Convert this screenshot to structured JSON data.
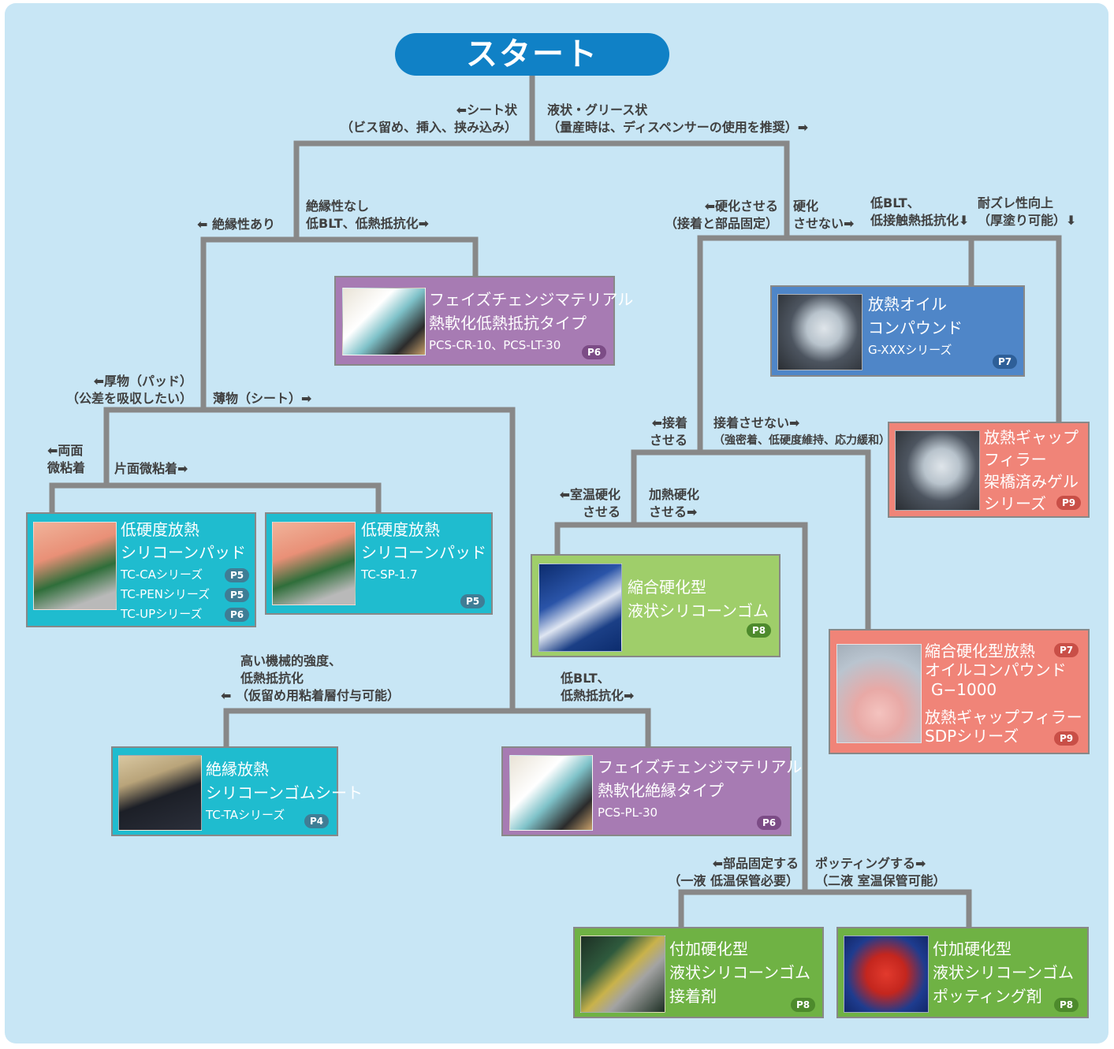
{
  "start": {
    "label": "スタート"
  },
  "edges": {
    "sheet": [
      "⬅シート状",
      "（ビス留め、挿入、挟み込み）"
    ],
    "liquid": [
      "液状・グリース状",
      "（量産時は、ディスペンサーの使用を推奨）➡"
    ],
    "insul_yes": [
      "⬅ 絶縁性あり"
    ],
    "insul_no": [
      "絶縁性なし",
      "低BLT、低熱抵抗化➡"
    ],
    "cure": [
      "⬅硬化させる",
      "（接着と部品固定）"
    ],
    "nocure": [
      "硬化",
      "させない➡"
    ],
    "lowblt": [
      "低BLT、",
      "低接触熱抵抗化⬇"
    ],
    "slip": [
      "耐ズレ性向上",
      "（厚塗り可能）⬇"
    ],
    "thick": [
      "⬅厚物（パッド）",
      "（公差を吸収したい）"
    ],
    "thin": [
      "薄物（シート）➡"
    ],
    "double": [
      "⬅両面",
      "微粘着"
    ],
    "single": [
      "片面微粘着➡"
    ],
    "bond": [
      "⬅接着",
      "させる"
    ],
    "nobond": [
      "接着させない➡",
      "（強密着、低硬度維持、応力緩和）"
    ],
    "roomtemp": [
      "⬅室温硬化",
      "させる"
    ],
    "heat": [
      "加熱硬化",
      "させる➡"
    ],
    "mech": [
      "高い機械的強度、",
      "低熱抵抗化",
      "⬅ （仮留め用粘着層付与可能）"
    ],
    "thin_blt": [
      "低BLT、",
      "低熱抵抗化➡"
    ],
    "fix": [
      "⬅部品固定する",
      "（一液 低温保管必要）"
    ],
    "potting": [
      "ポッティングする➡",
      "（二液 室温保管可能）"
    ]
  },
  "products": {
    "pcm_low": {
      "line1": "フェイズチェンジマテリアル",
      "line2": "熱軟化低熱抵抗タイプ",
      "model": "PCS-CR-10、PCS-LT-30",
      "page": "P6"
    },
    "oil": {
      "line1": "放熱オイル",
      "line2": "コンパウンド",
      "model": "G-XXXシリーズ",
      "page": "P7"
    },
    "gap": {
      "line1": "放熱ギャップ",
      "line2": "フィラー",
      "line3": "架橋済みゲル",
      "line4": "シリーズ",
      "page": "P9"
    },
    "pad1": {
      "line1": "低硬度放熱",
      "line2": "シリコーンパッド",
      "models": [
        {
          "name": "TC-CAシリーズ",
          "page": "P5"
        },
        {
          "name": "TC-PENシリーズ",
          "page": "P5"
        },
        {
          "name": "TC-UPシリーズ",
          "page": "P6"
        }
      ]
    },
    "pad2": {
      "line1": "低硬度放熱",
      "line2": "シリコーンパッド",
      "model": "TC-SP-1.7",
      "page": "P5"
    },
    "condense": {
      "line1": "縮合硬化型",
      "line2": "液状シリコーンゴム",
      "page": "P8"
    },
    "condense_oil": {
      "line1": "縮合硬化型放熱",
      "page1": "P7",
      "line2": "オイルコンパウンド",
      "line3": "G−1000",
      "line4": "放熱ギャップフィラー",
      "line5": "SDPシリーズ",
      "page2": "P9"
    },
    "insul_sheet": {
      "line1": "絶縁放熱",
      "line2": "シリコーンゴムシート",
      "model": "TC-TAシリーズ",
      "page": "P4"
    },
    "pcm_ins": {
      "line1": "フェイズチェンジマテリアル",
      "line2": "熱軟化絶縁タイプ",
      "model": "PCS-PL-30",
      "page": "P6"
    },
    "adhesive": {
      "line1": "付加硬化型",
      "line2": "液状シリコーンゴム",
      "line3": "接着剤",
      "page": "P8"
    },
    "potting_agent": {
      "line1": "付加硬化型",
      "line2": "液状シリコーンゴム",
      "line3": "ポッティング剤",
      "page": "P8"
    }
  },
  "colors": {
    "background": "#c8e6f5",
    "connector": "#888888",
    "start": "#1081c6",
    "cyan": "#1fbccf",
    "purple": "#a77bb3",
    "blue": "#4f86c8",
    "salmon": "#f08478",
    "light_green": "#9fce6a",
    "dark_green": "#6fb244"
  }
}
